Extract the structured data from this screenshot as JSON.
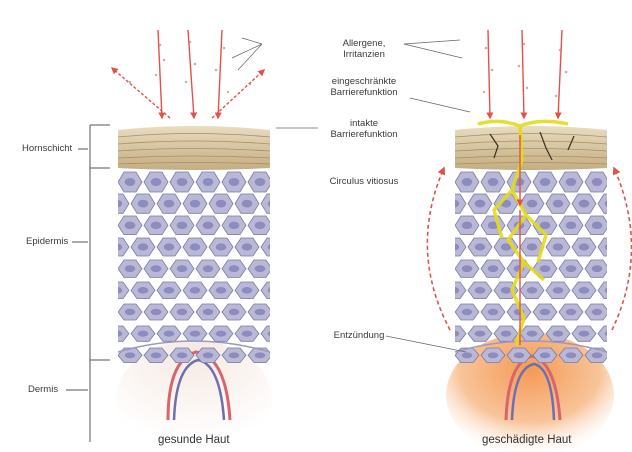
{
  "left_labels": {
    "hornschicht": "Hornschicht",
    "epidermis": "Epidermis",
    "dermis": "Dermis"
  },
  "center_labels": {
    "allergene_line1": "Allergene,",
    "allergene_line2": "Irritanzien",
    "eingeschraenkt_line1": "eingeschränkte",
    "eingeschraenkt_line2": "Barrierefunktion",
    "intakt_line1": "intakte",
    "intakt_line2": "Barrierefunktion",
    "circulus": "Circulus vitiosus",
    "entzuendung": "Entzündung"
  },
  "captions": {
    "healthy": "gesunde Haut",
    "damaged": "geschädigte Haut"
  },
  "colors": {
    "arrow": "#e0524a",
    "cell_fill": "#b9b8d6",
    "cell_stroke": "#7b7aa6",
    "nucleus": "#8d8cbc",
    "horn": "#cdbb93",
    "yellow": "#e4dc1a",
    "inflammation": "#f0a060"
  }
}
